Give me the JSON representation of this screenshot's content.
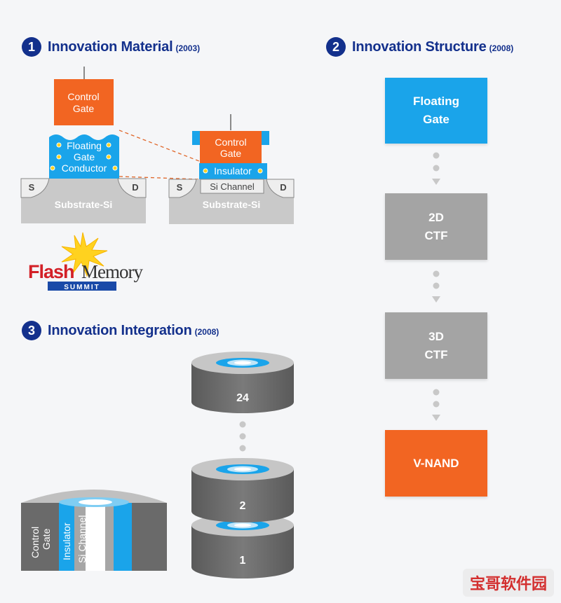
{
  "sections": [
    {
      "number": "1",
      "title": "Innovation Material",
      "year": "(2003)"
    },
    {
      "number": "2",
      "title": "Innovation Structure",
      "year": "(2008)"
    },
    {
      "number": "3",
      "title": "Innovation Integration",
      "year": "(2008)"
    }
  ],
  "material": {
    "left": {
      "control_gate": [
        "Control",
        "Gate"
      ],
      "floating_gate": [
        "Floating",
        "Gate",
        "Conductor"
      ],
      "source": "S",
      "drain": "D",
      "substrate": "Substrate-Si"
    },
    "right": {
      "control_gate": [
        "Control",
        "Gate"
      ],
      "insulator": "Insulator",
      "channel": "Si Channel",
      "source": "S",
      "drain": "D",
      "substrate": "Substrate-Si"
    }
  },
  "logo": {
    "word1": "Flash",
    "word2": "Memory",
    "word3": "SUMMIT"
  },
  "structure": {
    "boxes": [
      {
        "lines": [
          "Floating",
          "Gate"
        ],
        "color": "#1aa4ea"
      },
      {
        "lines": [
          "2D",
          "CTF"
        ],
        "color": "#a4a4a4"
      },
      {
        "lines": [
          "3D",
          "CTF"
        ],
        "color": "#a4a4a4"
      },
      {
        "lines": [
          "V-NAND"
        ],
        "color": "#f26522"
      }
    ]
  },
  "integration": {
    "cross_section_labels": [
      "Control",
      "Gate",
      "Insulator",
      "Si Channel"
    ],
    "layers": [
      "24",
      "2",
      "1"
    ]
  },
  "watermark": "宝哥软件园",
  "colors": {
    "navy": "#13308c",
    "blue": "#1aa4ea",
    "orange": "#f26522",
    "gray": "#a4a4a4",
    "dark_gray": "#6a6a6a"
  }
}
